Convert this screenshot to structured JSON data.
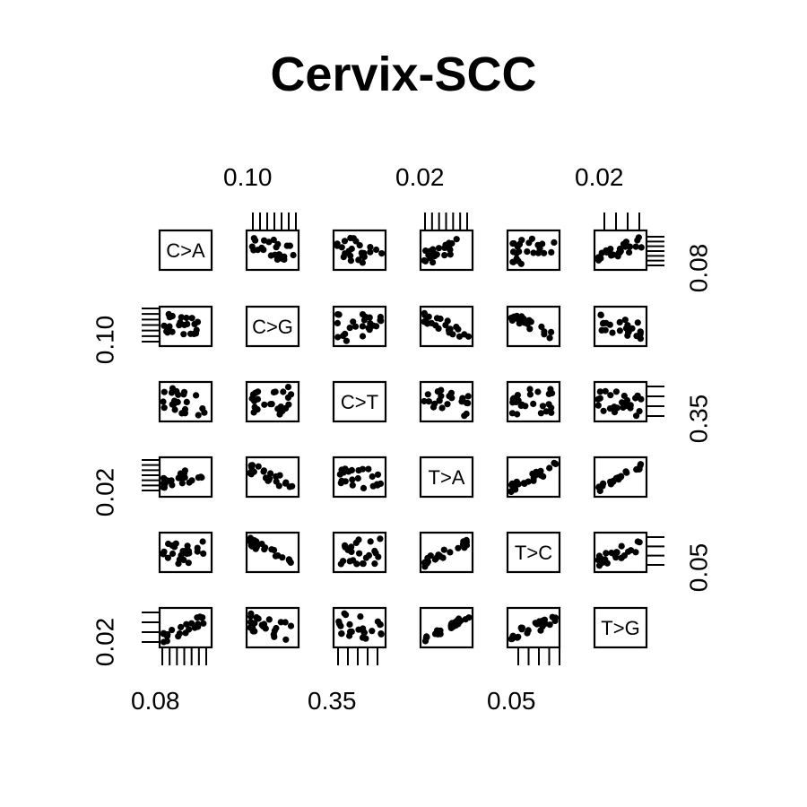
{
  "chart_data": {
    "type": "scatter",
    "title": "Cervix-SCC",
    "variables": [
      "C>A",
      "C>G",
      "C>T",
      "T>A",
      "T>C",
      "T>G"
    ],
    "axis_ticks": {
      "top": [
        "0.10",
        "0.02",
        "0.02"
      ],
      "right": [
        "0.08",
        "0.35",
        "0.05"
      ],
      "left": [
        "0.10",
        "0.02",
        "0.02"
      ],
      "bottom": [
        "0.08",
        "0.35",
        "0.05"
      ]
    },
    "point_color": "#000000",
    "points_per_panel": 24
  }
}
